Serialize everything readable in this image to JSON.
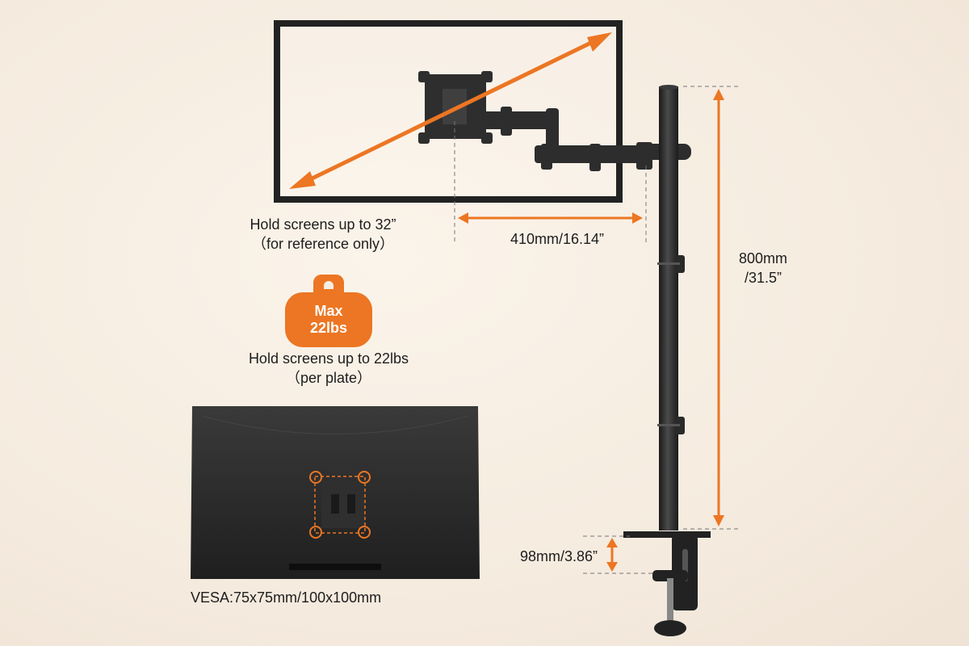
{
  "screen_size": {
    "line1": "Hold screens up to 32”",
    "line2": "（for reference only）"
  },
  "arm_extension": "410mm/16.14”",
  "pole_height": {
    "line1": "800mm",
    "line2": "/31.5”"
  },
  "weight": {
    "badge_line1": "Max",
    "badge_line2": "22lbs",
    "line1": "Hold screens up to 22lbs",
    "line2": "（per plate）"
  },
  "clamp_height": "98mm/3.86”",
  "vesa": "VESA:75x75mm/100x100mm",
  "colors": {
    "accent": "#ec7623",
    "metal": "#2b2b2b",
    "background": "#f6ede2"
  },
  "icons": [
    "weight-icon",
    "monitor-mount-illustration",
    "vesa-plate-icon"
  ]
}
